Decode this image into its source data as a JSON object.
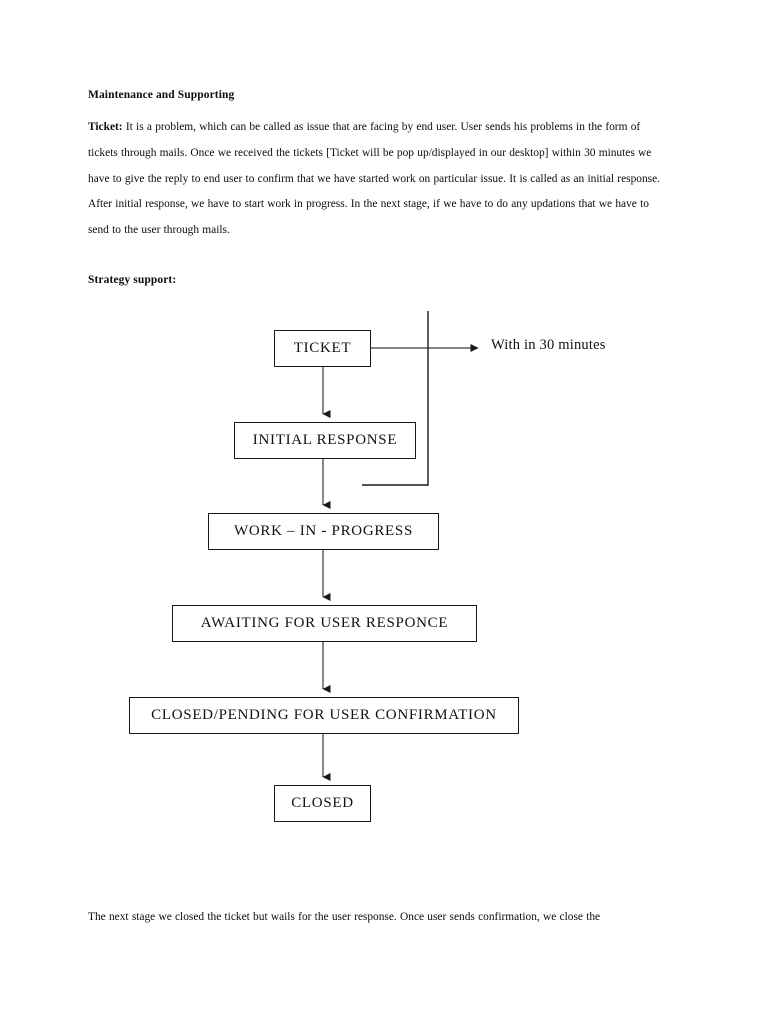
{
  "document": {
    "heading": "Maintenance and Supporting",
    "intro_label": "Ticket:",
    "intro_body": " It is a problem, which can be called as issue that are facing by end user. User sends his problems in the form of tickets through mails. Once we received the tickets [Ticket will be pop up/displayed in our desktop] within 30 minutes we have to give the reply to end user to confirm that we have started work on particular issue. It is called as an initial response. After initial response, we have to start work in progress. In the next stage, if we have to do any updations that we have to send to the user through mails.",
    "strategy_heading": "Strategy support:",
    "closing_paragraph": "The next stage we closed the ticket but wails for the user response. Once user sends confirmation, we close the"
  },
  "chart_data": {
    "type": "diagram",
    "title": "Strategy support:",
    "nodes": [
      {
        "id": "ticket",
        "label": "TICKET"
      },
      {
        "id": "initial",
        "label": "INITIAL RESPONSE"
      },
      {
        "id": "wip",
        "label": "WORK – IN - PROGRESS"
      },
      {
        "id": "awaiting",
        "label": "AWAITING FOR USER RESPONCE"
      },
      {
        "id": "closed_pending",
        "label": "CLOSED/PENDING FOR USER CONFIRMATION"
      },
      {
        "id": "closed",
        "label": "CLOSED"
      }
    ],
    "annotations": [
      {
        "id": "sla",
        "label": "With in 30 minutes"
      }
    ],
    "edges": [
      {
        "from": "ticket",
        "to": "initial"
      },
      {
        "from": "initial",
        "to": "wip"
      },
      {
        "from": "wip",
        "to": "awaiting"
      },
      {
        "from": "awaiting",
        "to": "closed_pending"
      },
      {
        "from": "closed_pending",
        "to": "closed"
      },
      {
        "from": "ticket",
        "to": "sla"
      }
    ]
  },
  "colors": {
    "page_background": "#ffffff",
    "text": "#0d0d0d",
    "node_border": "#1a1a1a",
    "connector": "#2b2b2b"
  }
}
